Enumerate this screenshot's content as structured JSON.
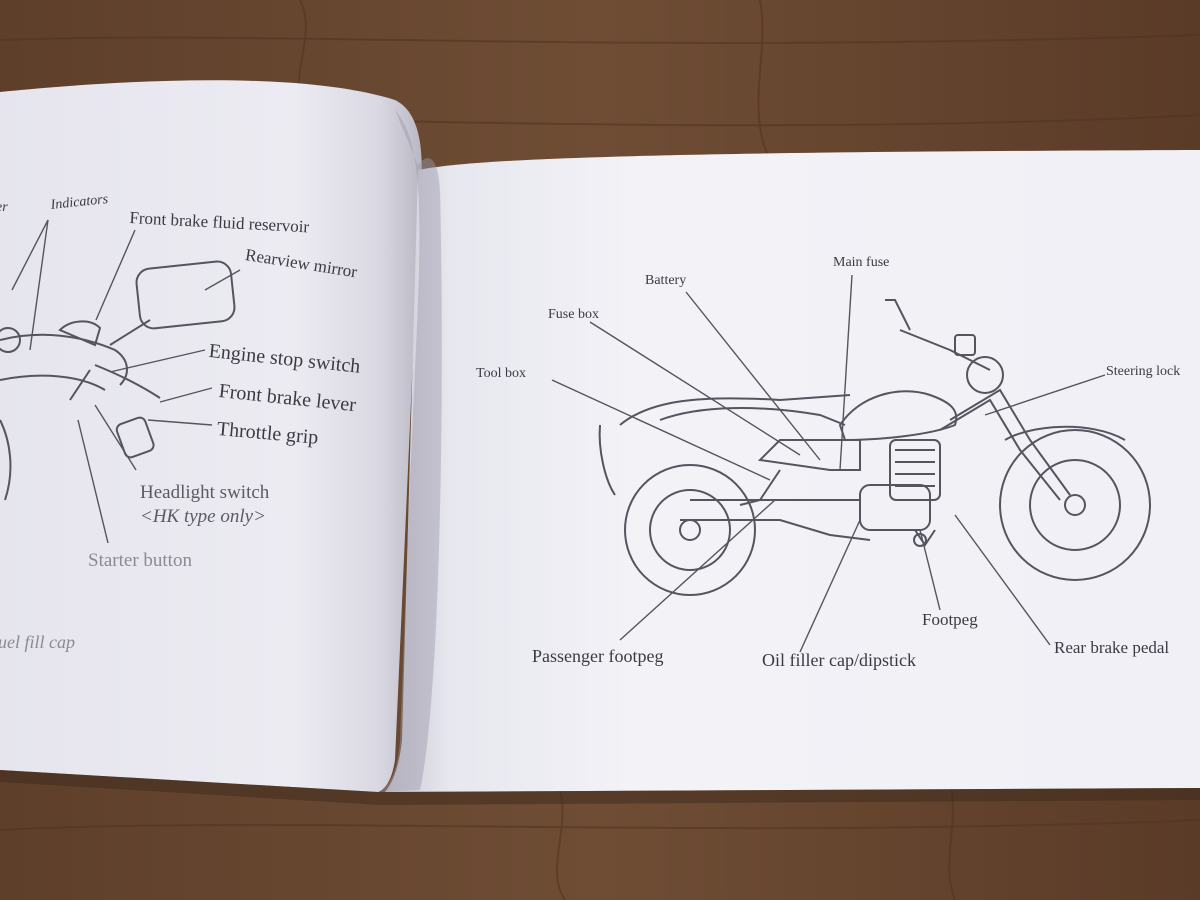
{
  "colors": {
    "table": "#6b4a33",
    "table_dark": "#4a3020",
    "page_left": "#e9e8f0",
    "page_right": "#f3f3f8",
    "ink": "#3a3a44",
    "line_art": "#555560"
  },
  "left_page": {
    "labels": {
      "cut_left": "er",
      "indicators": "Indicators",
      "front_brake_fluid": "Front brake fluid reservoir",
      "rearview_mirror": "Rearview mirror",
      "engine_stop": "Engine stop switch",
      "front_brake_lever": "Front brake lever",
      "throttle_grip": "Throttle grip",
      "headlight_switch": "Headlight switch",
      "hk_type": "<HK type only>",
      "starter_button": "Starter button",
      "fuel_fill_cap": "uel fill cap"
    }
  },
  "right_page": {
    "labels": {
      "main_fuse": "Main fuse",
      "battery": "Battery",
      "fuse_box": "Fuse box",
      "tool_box": "Tool box",
      "steering_lock": "Steering lock",
      "passenger_footpeg": "Passenger footpeg",
      "oil_filler": "Oil filler cap/dipstick",
      "footpeg": "Footpeg",
      "rear_brake_pedal": "Rear brake pedal"
    }
  }
}
